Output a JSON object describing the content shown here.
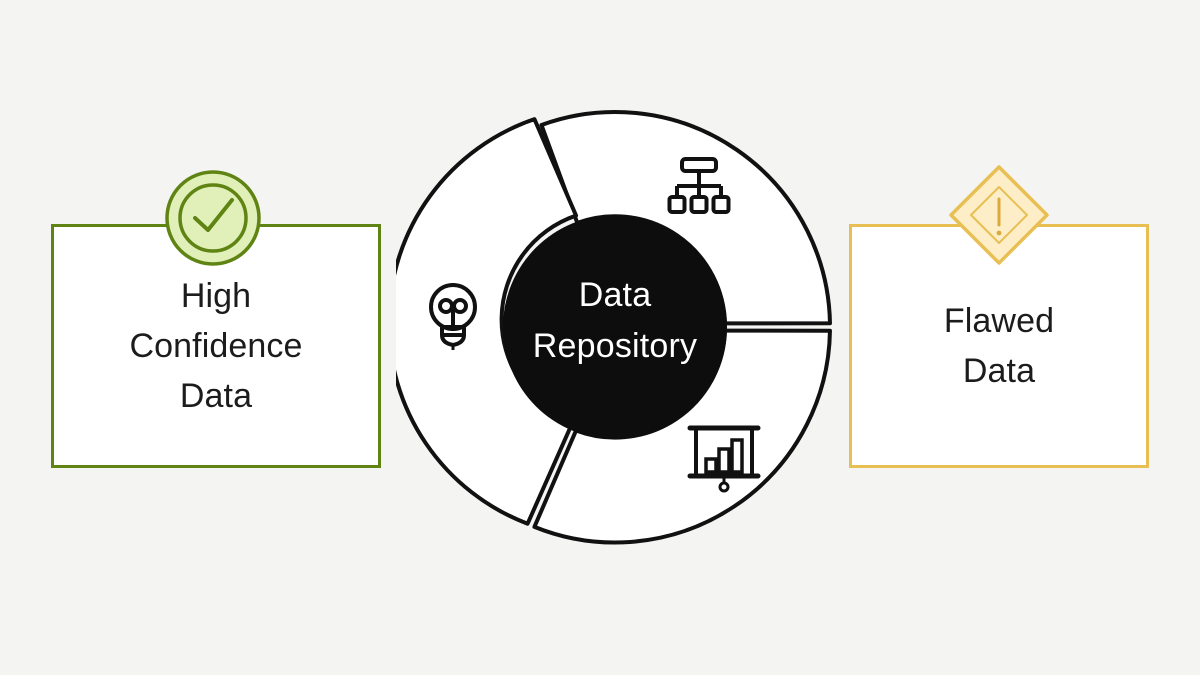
{
  "background_color": "#f4f4f3",
  "hub": {
    "label": "Data\nRepository",
    "text_color": "#ffffff",
    "fill_color": "#0d0d0d"
  },
  "panels": {
    "left": {
      "label": "High\nConfidence\nData",
      "border_color": "#5f8413",
      "fill_color": "#ffffff",
      "badge_name": "check-circle-icon",
      "badge_fill": "#e1f0b8",
      "badge_stroke": "#5f8413"
    },
    "right": {
      "label": "Flawed\nData",
      "border_color": "#e8bf52",
      "fill_color": "#ffffff",
      "badge_name": "warning-diamond-icon",
      "badge_fill": "#fdeec8",
      "badge_stroke": "#e8bf52"
    }
  },
  "ring": {
    "stroke_color": "#111111",
    "fill_color": "#ffffff",
    "segments": [
      {
        "name": "hierarchy-segment",
        "icon": "hierarchy-icon"
      },
      {
        "name": "analytics-segment",
        "icon": "presentation-chart-icon"
      },
      {
        "name": "insight-segment",
        "icon": "lightbulb-icon"
      }
    ]
  },
  "chart_data": {
    "type": "pie",
    "title": "Data Repository",
    "categories": [
      "Hierarchy",
      "Analytics",
      "Insight"
    ],
    "values": [
      33.3,
      33.3,
      33.3
    ],
    "legend": "none",
    "annotations": [
      "High Confidence Data",
      "Flawed Data"
    ]
  }
}
